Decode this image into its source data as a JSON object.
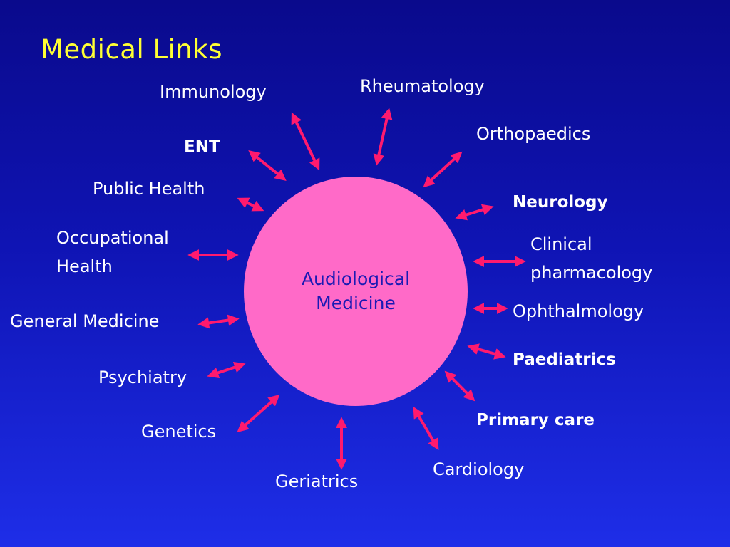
{
  "title": "Medical Links",
  "hub": {
    "label": "Audiological\nMedicine",
    "fill": "#ff6ac8",
    "text_color": "#1a1ab4"
  },
  "colors": {
    "title": "#ffff33",
    "label": "#ffffff",
    "arrow": "#ff1a6e"
  },
  "nodes": {
    "immunology": "Immunology",
    "rheumatology": "Rheumatology",
    "orthopaedics": "Orthopaedics",
    "ent": "ENT",
    "neurology": "Neurology",
    "public_health": "Public Health",
    "occupational_health": "Occupational\nHealth",
    "clinical_pharmacology": "Clinical\npharmacology",
    "general_medicine": "General Medicine",
    "ophthalmology": "Ophthalmology",
    "paediatrics": "Paediatrics",
    "psychiatry": "Psychiatry",
    "primary_care": "Primary care",
    "genetics": "Genetics",
    "cardiology": "Cardiology",
    "geriatrics": "Geriatrics"
  }
}
